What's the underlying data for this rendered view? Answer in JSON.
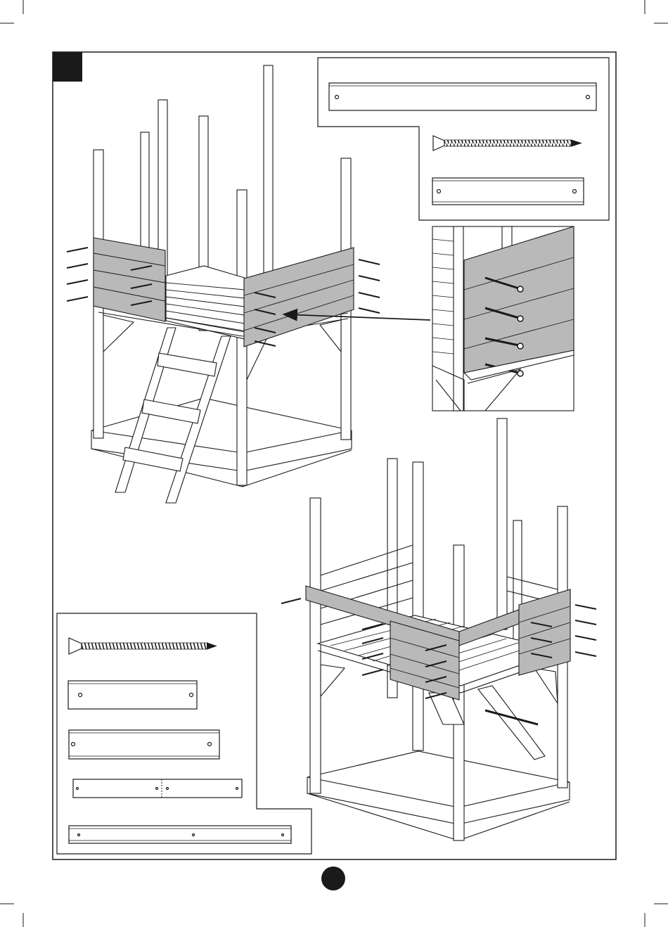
{
  "document": {
    "type": "assembly-instruction-page",
    "step_badge_label": "",
    "page_number": ""
  },
  "colors": {
    "ink": "#1a1a1a",
    "panel_fill": "#b9b9b9",
    "paper": "#ffffff",
    "wood_edge": "#cfcfcf"
  },
  "icons": {
    "crop_marks": "crop-mark-icon",
    "screw": "screw-icon",
    "plank": "plank-icon",
    "detail_arrow": "arrow-icon"
  },
  "parts_box_top": {
    "items": [
      "long-plank",
      "screw",
      "short-plank"
    ]
  },
  "parts_box_bottom": {
    "items": [
      "screw",
      "plank-medium",
      "plank-long",
      "plank-split",
      "plank-extra-long"
    ]
  }
}
